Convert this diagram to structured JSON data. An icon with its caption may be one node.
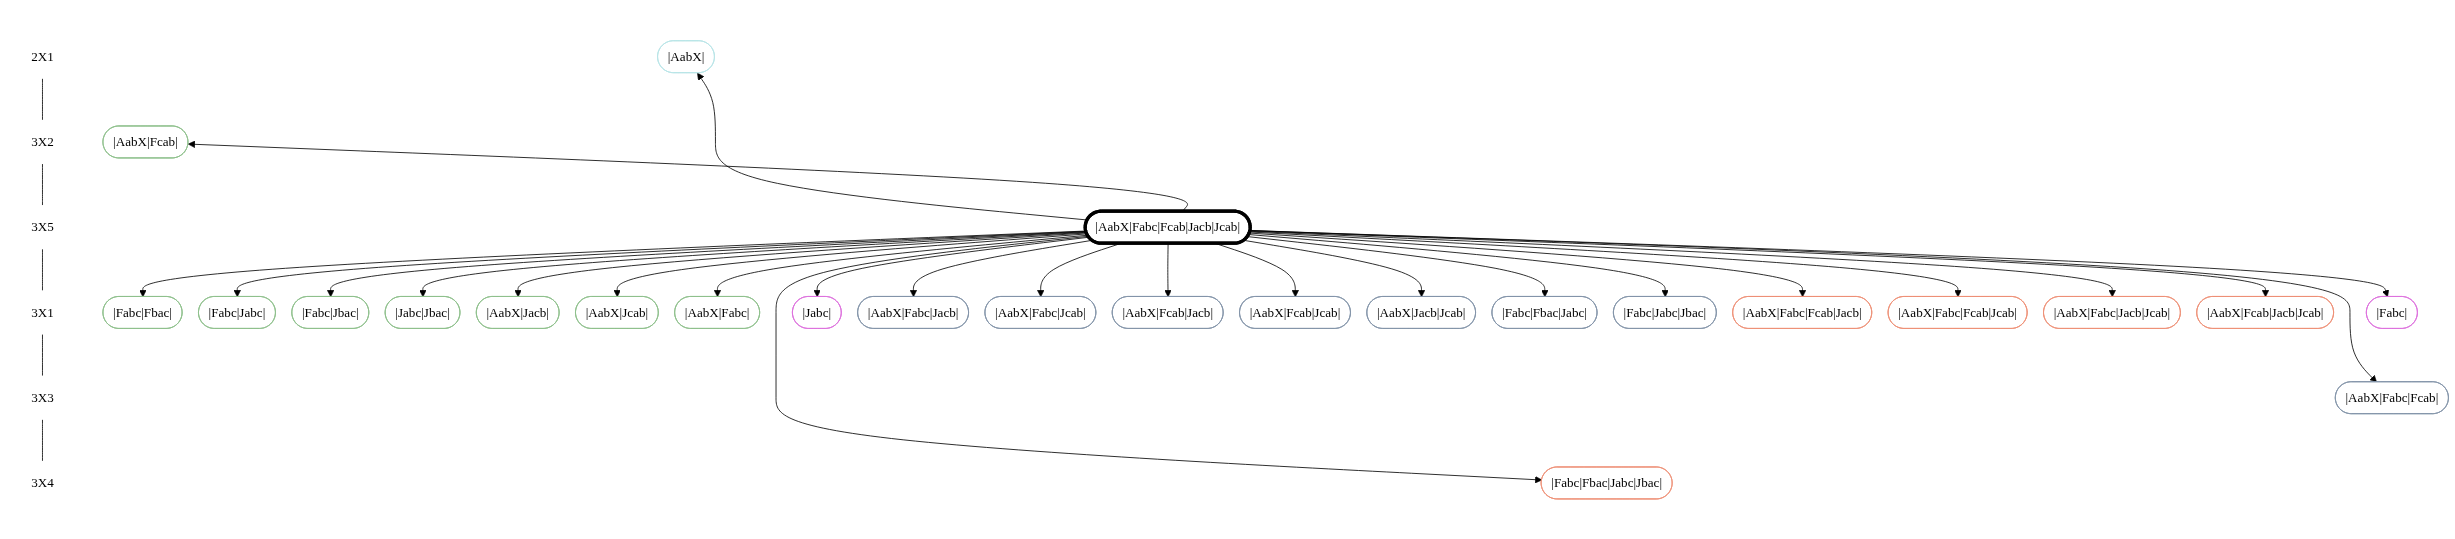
{
  "diagram": {
    "nodes": [
      {
        "text": [
          "2X1"
        ]
      },
      {
        "text": [
          "3X2"
        ]
      },
      {
        "text": [
          "3X5"
        ]
      },
      {
        "text": [
          "3X1"
        ]
      },
      {
        "text": [
          "3X3"
        ]
      },
      {
        "text": [
          "3X4"
        ]
      },
      {
        "text": [
          "|AabX|"
        ]
      },
      {
        "text": [
          "|AabX|Fcab|"
        ]
      },
      {
        "text": [
          "|Fabc|Fbac|"
        ]
      },
      {
        "text": [
          "|Fabc|Jabc|"
        ]
      },
      {
        "text": [
          "|Fabc|Jbac|"
        ]
      },
      {
        "text": [
          "|Jabc|Jbac|"
        ]
      },
      {
        "text": [
          "|AabX|Jacb|"
        ]
      },
      {
        "text": [
          "|AabX|Jcab|"
        ]
      },
      {
        "text": [
          "|AabX|Fabc|"
        ]
      },
      {
        "text": [
          "|AabX|Fabc|Fcab|Jacb|Jcab|"
        ]
      },
      {
        "text": [
          "|Fabc|"
        ]
      },
      {
        "text": [
          "|Jabc|"
        ]
      },
      {
        "text": [
          "|AabX|Fabc|Fcab|"
        ]
      },
      {
        "text": [
          "|AabX|Fabc|Jacb|"
        ]
      },
      {
        "text": [
          "|AabX|Fabc|Jcab|"
        ]
      },
      {
        "text": [
          "|AabX|Fcab|Jacb|"
        ]
      },
      {
        "text": [
          "|AabX|Fcab|Jcab|"
        ]
      },
      {
        "text": [
          "|AabX|Jacb|Jcab|"
        ]
      },
      {
        "text": [
          "|Fabc|Fbac|Jabc|"
        ]
      },
      {
        "text": [
          "|Fabc|Jabc|Jbac|"
        ]
      },
      {
        "text": [
          "|Fabc|Fbac|Jabc|Jbac|"
        ]
      },
      {
        "text": [
          "|AabX|Fabc|Fcab|Jacb|"
        ]
      },
      {
        "text": [
          "|AabX|Fabc|Fcab|Jcab|"
        ]
      },
      {
        "text": [
          "|AabX|Fabc|Jacb|Jcab|"
        ]
      },
      {
        "text": [
          "|AabX|Fcab|Jacb|Jcab|"
        ]
      }
    ],
    "edges": [
      {
        "from": 0,
        "to": 1,
        "arrow": "none"
      },
      {
        "from": 1,
        "to": 2,
        "arrow": "none"
      },
      {
        "from": 2,
        "to": 3,
        "arrow": "none"
      },
      {
        "from": 3,
        "to": 4,
        "arrow": "none"
      },
      {
        "from": 4,
        "to": 5,
        "arrow": "none"
      },
      {
        "from": 15,
        "to": 6,
        "arrow": "to"
      },
      {
        "from": 15,
        "to": 7,
        "arrow": "to"
      },
      {
        "from": 15,
        "to": 8,
        "arrow": "to"
      },
      {
        "from": 15,
        "to": 9,
        "arrow": "to"
      },
      {
        "from": 15,
        "to": 10,
        "arrow": "to"
      },
      {
        "from": 15,
        "to": 11,
        "arrow": "to"
      },
      {
        "from": 15,
        "to": 12,
        "arrow": "to"
      },
      {
        "from": 15,
        "to": 13,
        "arrow": "to"
      },
      {
        "from": 15,
        "to": 14,
        "arrow": "to"
      },
      {
        "from": 15,
        "to": 16,
        "arrow": "to"
      },
      {
        "from": 15,
        "to": 17,
        "arrow": "to"
      },
      {
        "from": 15,
        "to": 18,
        "arrow": "to"
      },
      {
        "from": 15,
        "to": 19,
        "arrow": "to"
      },
      {
        "from": 15,
        "to": 20,
        "arrow": "to"
      },
      {
        "from": 15,
        "to": 21,
        "arrow": "to"
      },
      {
        "from": 15,
        "to": 22,
        "arrow": "to"
      },
      {
        "from": 15,
        "to": 23,
        "arrow": "to"
      },
      {
        "from": 15,
        "to": 24,
        "arrow": "to"
      },
      {
        "from": 15,
        "to": 25,
        "arrow": "to"
      },
      {
        "from": 15,
        "to": 26,
        "arrow": "to"
      },
      {
        "from": 15,
        "to": 27,
        "arrow": "to"
      },
      {
        "from": 15,
        "to": 28,
        "arrow": "to"
      },
      {
        "from": 15,
        "to": 29,
        "arrow": "to"
      },
      {
        "from": 15,
        "to": 30,
        "arrow": "to"
      }
    ]
  }
}
